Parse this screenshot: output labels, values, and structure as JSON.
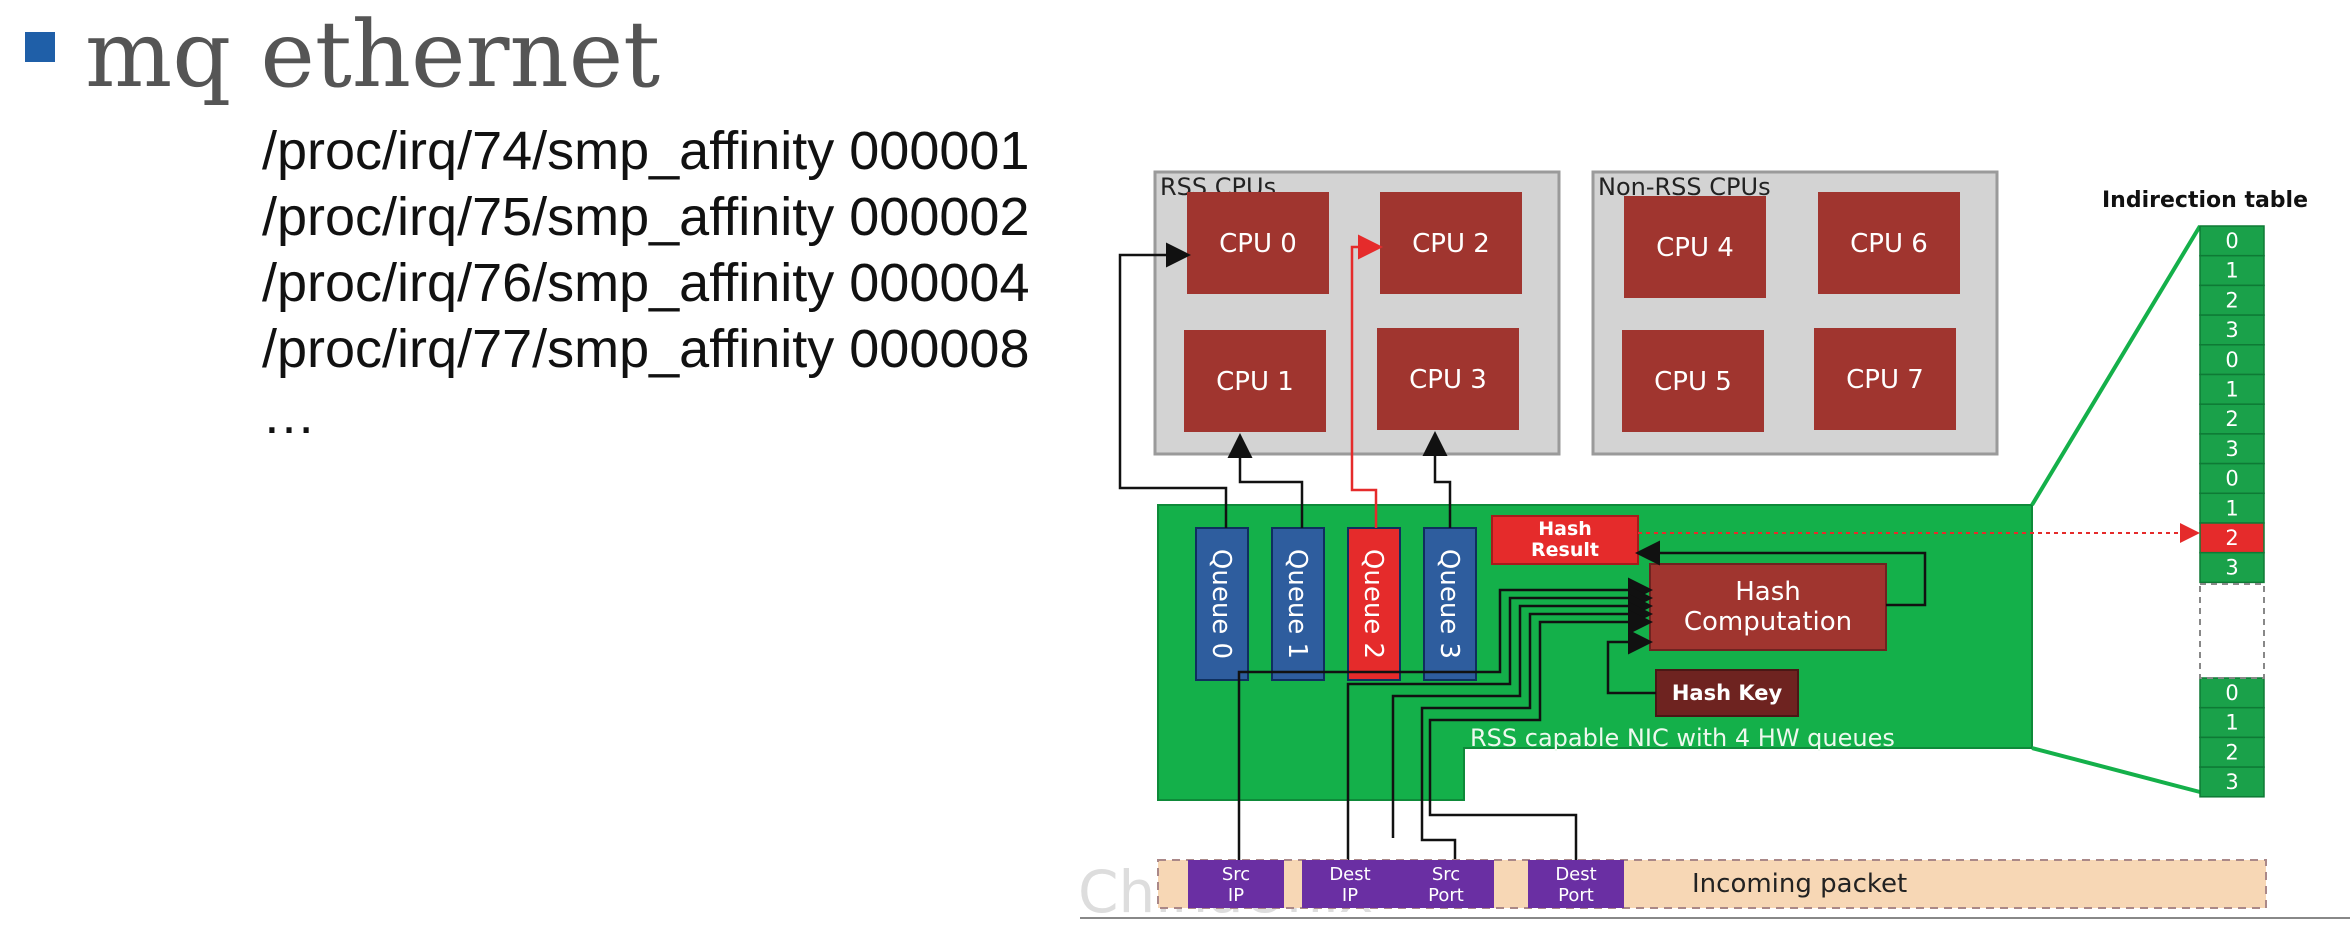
{
  "slide": {
    "title": "mq ethernet",
    "lines": [
      "/proc/irq/74/smp_affinity 000001",
      "/proc/irq/75/smp_affinity 000002",
      "/proc/irq/76/smp_affinity 000004",
      "/proc/irq/77/smp_affinity 000008",
      "…"
    ]
  },
  "diagram": {
    "rss_cpus_label": "RSS CPUs",
    "non_rss_cpus_label": "Non-RSS CPUs",
    "indirection_title": "Indirection table",
    "cpus": [
      "CPU 0",
      "CPU 2",
      "CPU 1",
      "CPU 3",
      "CPU 4",
      "CPU 6",
      "CPU 5",
      "CPU 7"
    ],
    "queues": [
      "Queue 0",
      "Queue 1",
      "Queue 2",
      "Queue 3"
    ],
    "hash_result": [
      "Hash",
      "Result"
    ],
    "hash_computation": [
      "Hash",
      "Computation"
    ],
    "hash_key": "Hash Key",
    "nic_label": "RSS capable NIC with 4 HW queues",
    "indirection_top": [
      "0",
      "1",
      "2",
      "3",
      "0",
      "1",
      "2",
      "3",
      "0",
      "1",
      "2",
      "3"
    ],
    "indirection_bottom": [
      "0",
      "1",
      "2",
      "3"
    ],
    "packet_fields": [
      [
        "Src",
        "IP"
      ],
      [
        "Dest",
        "IP"
      ],
      [
        "Src",
        "Port"
      ],
      [
        "Dest",
        "Port"
      ]
    ],
    "incoming_packet": "Incoming packet",
    "watermark": "ChinaUnix",
    "colors": {
      "cpu": "#a0352f",
      "queue": "#2e5d9e",
      "queue_active": "#e52b2b",
      "nic": "#14b04a",
      "table_cell": "#1aa14a",
      "packet_field": "#6a2fa3",
      "packet_bg": "#f7d7b5"
    }
  }
}
